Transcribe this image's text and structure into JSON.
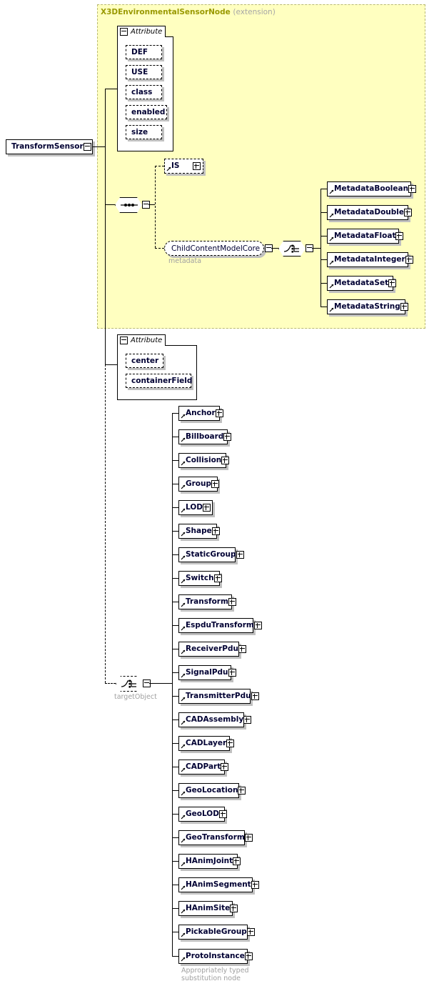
{
  "diagram": {
    "type": "xsd-schema-diagram",
    "root_element": "TransformSensor",
    "extension": {
      "base_type": "X3DEnvironmentalSensorNode",
      "kind_label": "(extension)",
      "background_color": "#ffffc0",
      "border_color": "#b9b972"
    }
  },
  "attribute_group_inherited": {
    "header": "Attribute",
    "items": [
      {
        "name": "DEF"
      },
      {
        "name": "USE"
      },
      {
        "name": "class"
      },
      {
        "name": "enabled"
      },
      {
        "name": "size"
      }
    ]
  },
  "attribute_group_own": {
    "header": "Attribute",
    "items": [
      {
        "name": "center"
      },
      {
        "name": "containerField"
      }
    ]
  },
  "content_model": {
    "sequence_compositor": "sequence-compositor",
    "is_element": {
      "name": "IS",
      "expander": "plus"
    },
    "group_ref": {
      "name": "ChildContentModelCore",
      "caption": "metadata",
      "expander": "minus"
    },
    "choice_compositor": "choice-compositor",
    "metadata_nodes": [
      {
        "name": "MetadataBoolean"
      },
      {
        "name": "MetadataDouble"
      },
      {
        "name": "MetadataFloat"
      },
      {
        "name": "MetadataInteger"
      },
      {
        "name": "MetadataSet"
      },
      {
        "name": "MetadataString"
      }
    ]
  },
  "target_object": {
    "compositor_caption": "targetObject",
    "footer_caption_line1": "Appropriately typed",
    "footer_caption_line2": "substitution node",
    "nodes": [
      {
        "name": "Anchor"
      },
      {
        "name": "Billboard"
      },
      {
        "name": "Collision"
      },
      {
        "name": "Group"
      },
      {
        "name": "LOD"
      },
      {
        "name": "Shape"
      },
      {
        "name": "StaticGroup"
      },
      {
        "name": "Switch"
      },
      {
        "name": "Transform"
      },
      {
        "name": "EspduTransform"
      },
      {
        "name": "ReceiverPdu"
      },
      {
        "name": "SignalPdu"
      },
      {
        "name": "TransmitterPdu"
      },
      {
        "name": "CADAssembly"
      },
      {
        "name": "CADLayer"
      },
      {
        "name": "CADPart"
      },
      {
        "name": "GeoLocation"
      },
      {
        "name": "GeoLOD"
      },
      {
        "name": "GeoTransform"
      },
      {
        "name": "HAnimJoint"
      },
      {
        "name": "HAnimSegment"
      },
      {
        "name": "HAnimSite"
      },
      {
        "name": "PickableGroup"
      },
      {
        "name": "ProtoInstance"
      }
    ]
  },
  "colors": {
    "node_text": "#000033",
    "caption": "#a0a0a0",
    "extension_title": "#999900",
    "shadow": "#c0c0c0"
  }
}
